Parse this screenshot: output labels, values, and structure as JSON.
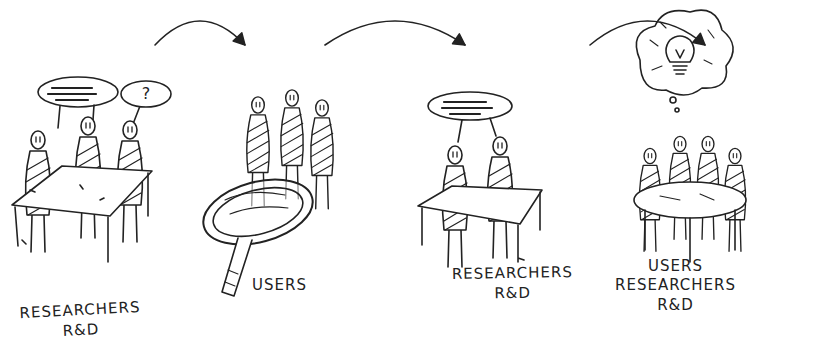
{
  "diagram": {
    "nodes": [
      {
        "text": [
          "RESEARCHERS R&D"
        ]
      },
      {
        "text": [
          "?"
        ],
        "in": 0
      },
      {
        "text": [
          "USERS"
        ]
      },
      {
        "text": [
          "RESEARCHERS R&D"
        ]
      },
      {
        "text": [
          "USERS RESEARCHERS R&D"
        ]
      }
    ],
    "edges": [
      {
        "from": 0,
        "to": 2,
        "arrow": "to"
      },
      {
        "from": 2,
        "to": 3,
        "arrow": "to"
      },
      {
        "from": 3,
        "to": 4,
        "arrow": "to"
      }
    ]
  }
}
